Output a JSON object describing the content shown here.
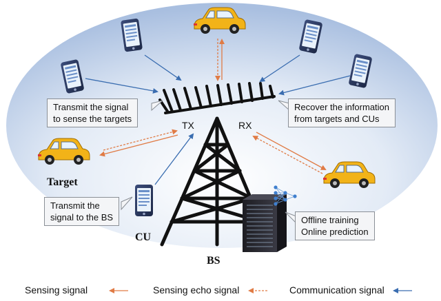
{
  "labels": {
    "tx": "TX",
    "rx": "RX",
    "target": "Target",
    "cu": "CU",
    "bs": "BS"
  },
  "callouts": {
    "transmit_targets": [
      "Transmit the signal",
      "to sense the targets"
    ],
    "recover_info": [
      "Recover the information",
      "from targets and CUs"
    ],
    "transmit_bs": [
      "Transmit the",
      "signal to the BS"
    ],
    "training": [
      "Offline training",
      "Online prediction"
    ]
  },
  "legend": {
    "sensing": "Sensing signal",
    "echo": "Sensing echo signal",
    "communication": "Communication signal"
  },
  "colors": {
    "sensing": "#e07b45",
    "echo": "#e07b45",
    "communication": "#3a6db0",
    "car": "#f2b318",
    "background_oval": "#b9cbe6"
  }
}
